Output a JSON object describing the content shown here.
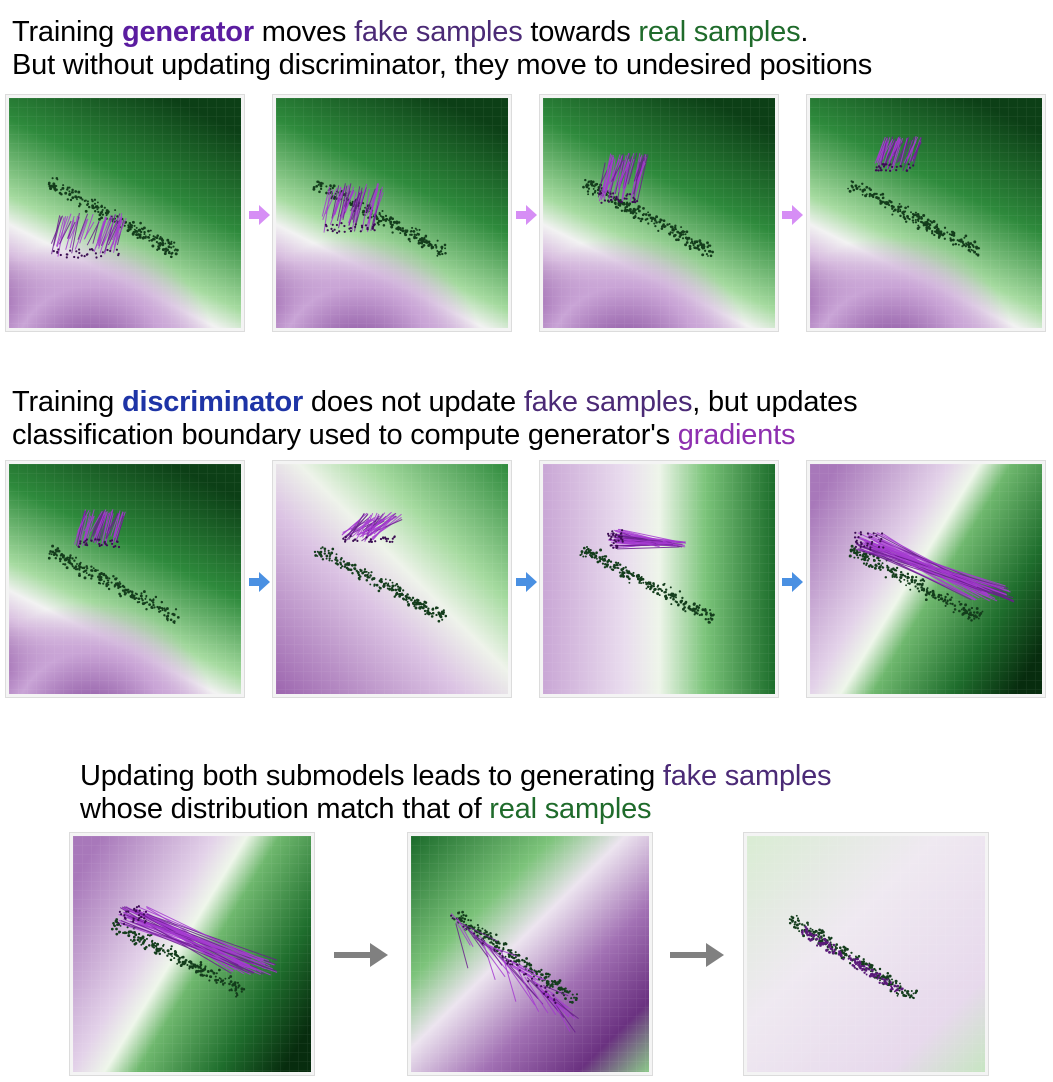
{
  "section1": {
    "line1": {
      "pre": "Training ",
      "gen": "generator",
      "mid": " moves ",
      "fake": "fake samples",
      "mid2": " towards ",
      "real": "real samples",
      "post": "."
    },
    "line2": "But without updating discriminator, they move to undesired positions"
  },
  "section2": {
    "line1": {
      "pre": "Training ",
      "disc": "discriminator",
      "mid": " does not update ",
      "fake": "fake samples",
      "post": ", but updates"
    },
    "line2": {
      "pre": "classification boundary used to compute generator's ",
      "grad": "gradients"
    }
  },
  "section3": {
    "line1": {
      "pre": "Updating both submodels leads to generating ",
      "fake": "fake samples"
    },
    "line2": {
      "pre": "whose distribution match that of ",
      "real": "real samples"
    }
  },
  "colors": {
    "generator": "#5b1da0",
    "discriminator": "#1e34a6",
    "fake_samples": "#4b2a76",
    "real_samples": "#1f6b2b",
    "gradients": "#8e2fb0",
    "arrow_row1": "#d68ef5",
    "arrow_row2": "#4a90e2",
    "arrow_row3": "#808080"
  },
  "icons": {
    "row1_arrows": "right-arrow-icon",
    "row2_arrows": "right-arrow-icon",
    "row3_arrows": "right-arrow-icon"
  }
}
